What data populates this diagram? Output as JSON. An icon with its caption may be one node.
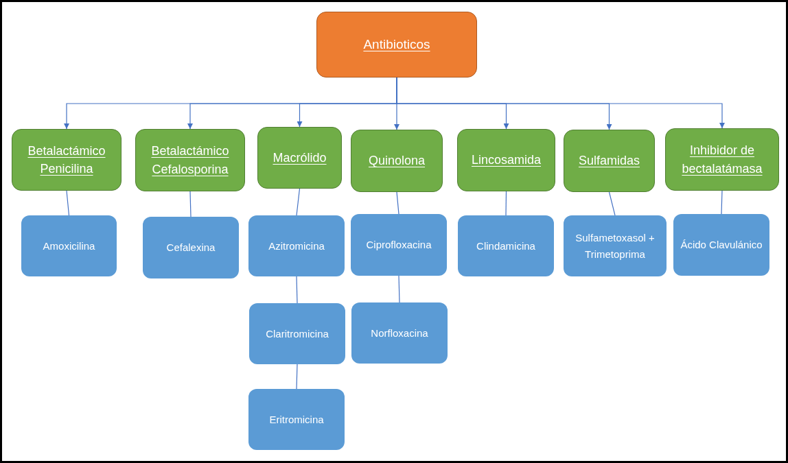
{
  "diagram": {
    "nodes": [
      {
        "text": [
          "Antibioticos"
        ]
      },
      {
        "text": [
          "Betalactámico Penicilina"
        ]
      },
      {
        "text": [
          "Betalactámico Cefalosporina"
        ]
      },
      {
        "text": [
          "Macrólido"
        ]
      },
      {
        "text": [
          "Quinolona"
        ]
      },
      {
        "text": [
          "Lincosamida"
        ]
      },
      {
        "text": [
          "Sulfamidas"
        ]
      },
      {
        "text": [
          "Inhibidor de bectalatámasa"
        ]
      },
      {
        "text": [
          "Amoxicilina"
        ]
      },
      {
        "text": [
          "Cefalexina"
        ]
      },
      {
        "text": [
          "Azitromicina"
        ]
      },
      {
        "text": [
          "Claritromicina"
        ]
      },
      {
        "text": [
          "Eritromicina"
        ]
      },
      {
        "text": [
          "Ciprofloxacina"
        ]
      },
      {
        "text": [
          "Norfloxacina"
        ]
      },
      {
        "text": [
          "Clindamicina"
        ]
      },
      {
        "text": [
          "Sulfametoxasol + Trimetoprima"
        ]
      },
      {
        "text": [
          "Ácido Clavulánico"
        ]
      }
    ],
    "edges": [
      {
        "from": 0,
        "to": 1,
        "arrow": "to"
      },
      {
        "from": 0,
        "to": 2,
        "arrow": "to"
      },
      {
        "from": 0,
        "to": 3,
        "arrow": "to"
      },
      {
        "from": 0,
        "to": 4,
        "arrow": "to"
      },
      {
        "from": 0,
        "to": 5,
        "arrow": "to"
      },
      {
        "from": 0,
        "to": 6,
        "arrow": "to"
      },
      {
        "from": 0,
        "to": 7,
        "arrow": "to"
      },
      {
        "from": 1,
        "to": 8,
        "arrow": "none"
      },
      {
        "from": 2,
        "to": 9,
        "arrow": "none"
      },
      {
        "from": 3,
        "to": 10,
        "arrow": "none"
      },
      {
        "from": 10,
        "to": 11,
        "arrow": "none"
      },
      {
        "from": 11,
        "to": 12,
        "arrow": "none"
      },
      {
        "from": 4,
        "to": 13,
        "arrow": "none"
      },
      {
        "from": 13,
        "to": 14,
        "arrow": "none"
      },
      {
        "from": 5,
        "to": 15,
        "arrow": "none"
      },
      {
        "from": 6,
        "to": 16,
        "arrow": "none"
      },
      {
        "from": 7,
        "to": 17,
        "arrow": "none"
      }
    ]
  }
}
